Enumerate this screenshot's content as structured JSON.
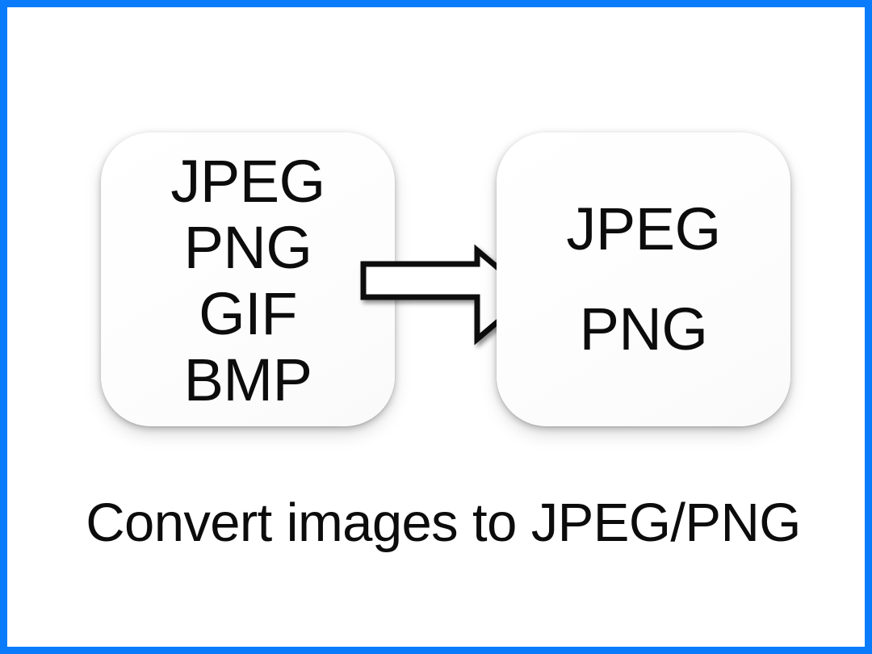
{
  "slide": {
    "title": "Convert images to JPEG/PNG",
    "background_color": "#ffffff",
    "border_color": "#0a7cfb",
    "text_color": "#0c0c0c"
  },
  "source_card": {
    "name": "source-formats-card",
    "formats": [
      "JPEG",
      "PNG",
      "GIF",
      "BMP"
    ],
    "fill_color": "#fdfdfd"
  },
  "arrow": {
    "name": "right-arrow-icon",
    "direction": "right",
    "stroke_color": "#111111",
    "fill_color": "#ffffff"
  },
  "target_card": {
    "name": "target-formats-card",
    "formats": [
      "JPEG",
      "PNG"
    ],
    "fill_color": "#fdfdfd"
  },
  "caption": {
    "text": "Convert images to JPEG/PNG"
  }
}
